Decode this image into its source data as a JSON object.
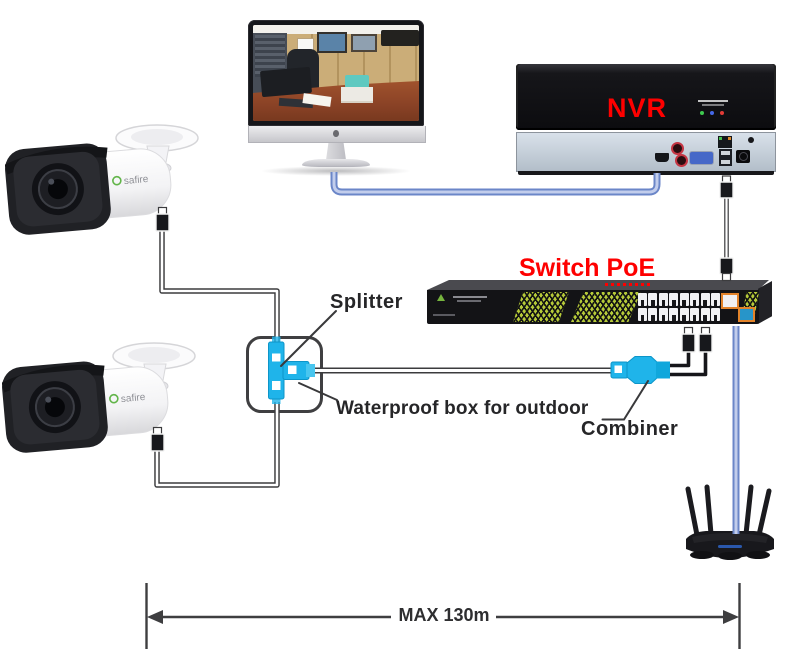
{
  "labels": {
    "nvr": "NVR",
    "switch_poe": "Switch PoE",
    "splitter": "Splitter",
    "waterproof_box": "Waterproof box for outdoor",
    "combiner": "Combiner",
    "max_distance": "MAX 130m"
  },
  "devices": {
    "camera1": {
      "brand": "safire"
    },
    "camera2": {
      "brand": "safire"
    }
  },
  "colors": {
    "label_red": "#fe0000",
    "cable_blue": "#6b86c8",
    "cable_blue_core": "#c2cdec",
    "connector_cyan": "#1fb4ea",
    "connector_cyan_dark": "#0d95c8",
    "mesh_green": "#b6ca39"
  }
}
